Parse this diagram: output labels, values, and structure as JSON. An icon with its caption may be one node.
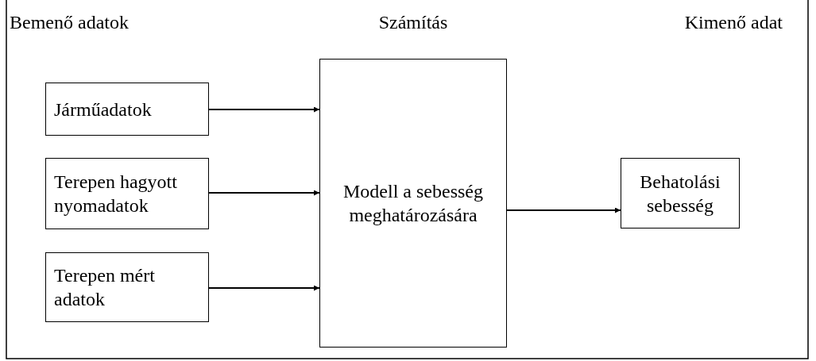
{
  "diagram": {
    "nodes": [
      {
        "text": [
          "Járműadatok"
        ]
      },
      {
        "text": [
          "Terepen hagyott nyomadatok"
        ]
      },
      {
        "text": [
          "Terepen mért adatok"
        ]
      },
      {
        "text": [
          "Modell a sebesség meghatározására"
        ]
      },
      {
        "text": [
          "Behatolási sebesség"
        ]
      }
    ],
    "edges": [
      {
        "from": 0,
        "to": 3,
        "arrow": "to"
      },
      {
        "from": 1,
        "to": 3,
        "arrow": "to"
      },
      {
        "from": 2,
        "to": 3,
        "arrow": "to"
      },
      {
        "from": 3,
        "to": 4,
        "arrow": "to"
      }
    ],
    "labels": [
      "Bemenő adatok",
      "Számítás",
      "Kimenő adat"
    ]
  }
}
